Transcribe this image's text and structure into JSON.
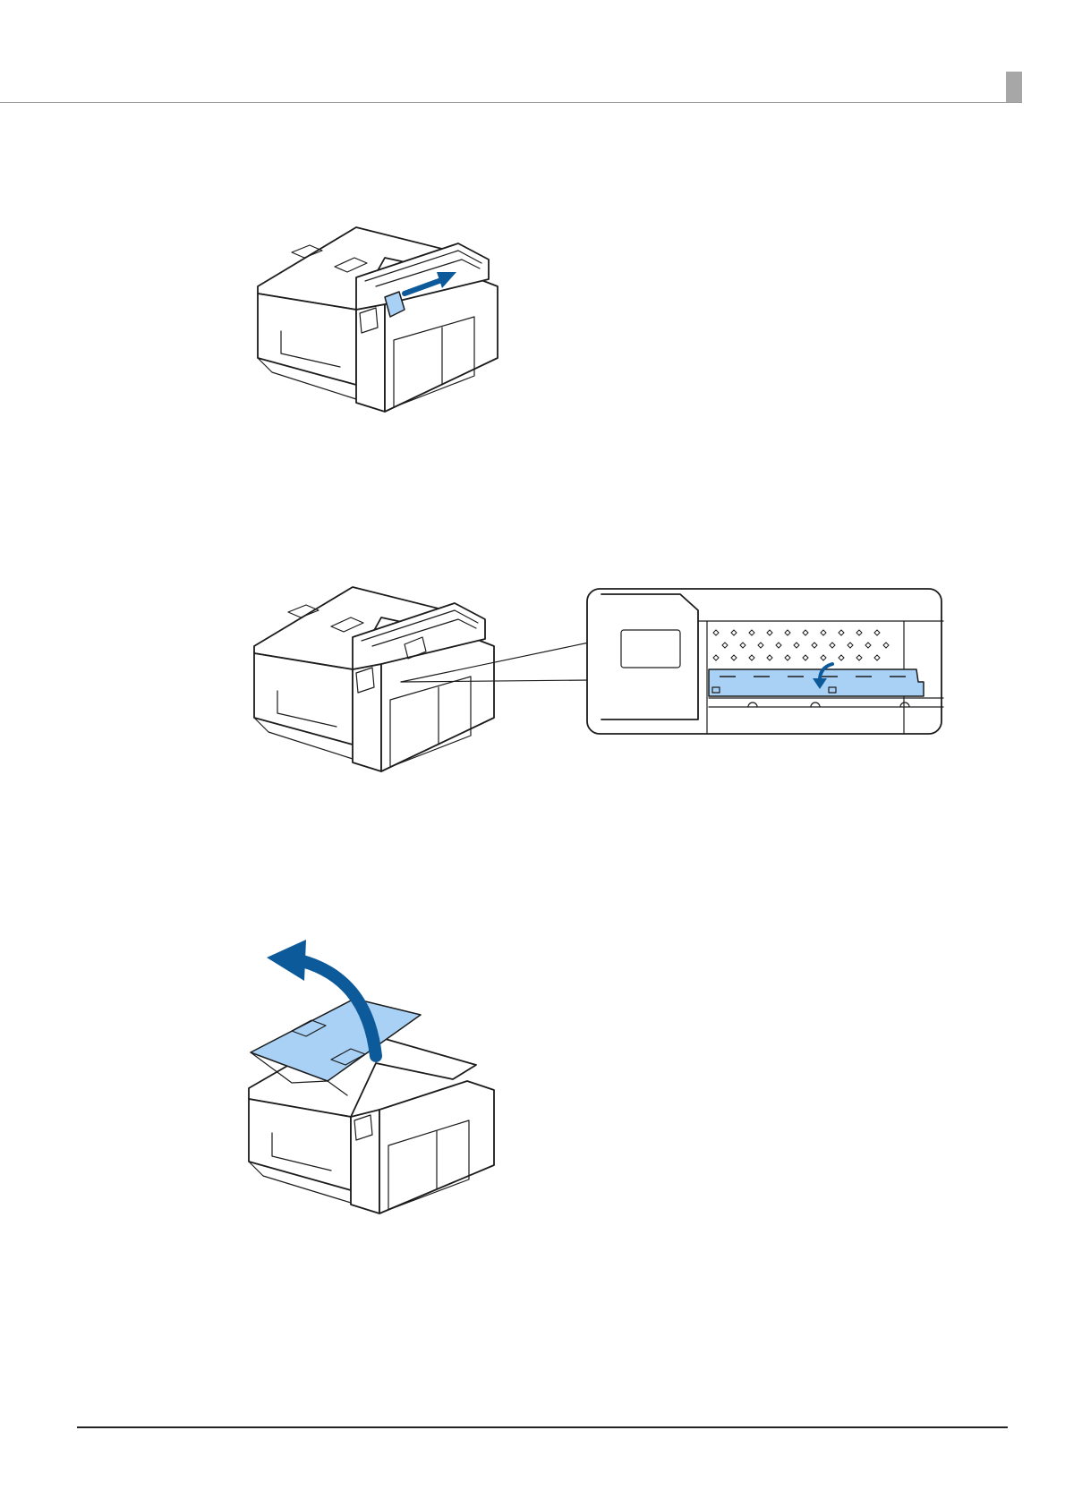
{
  "page": {
    "header_tab": "section-thumb-tab",
    "figures": [
      {
        "id": "figure-1",
        "icon": "printer-slide-holder-illustration"
      },
      {
        "id": "figure-2",
        "icon": "printer-guide-zoom-illustration"
      },
      {
        "id": "figure-3",
        "icon": "printer-open-cover-illustration"
      }
    ]
  },
  "colors": {
    "accent_arrow": "#0d5a9b",
    "highlight_fill": "#a9d0f5",
    "line": "#1c1c1c",
    "thumb_tab": "#a7a7a7"
  }
}
